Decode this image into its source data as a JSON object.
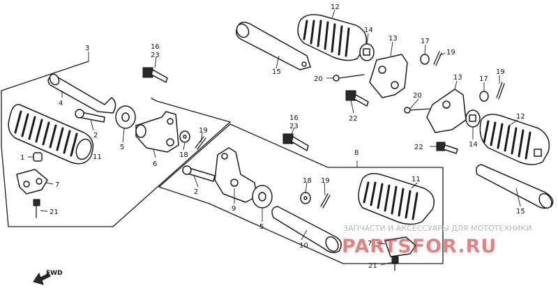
{
  "callouts": {
    "c1": "1",
    "c2a": "2",
    "c2b": "2",
    "c3": "3",
    "c4": "4",
    "c5a": "5",
    "c5b": "5",
    "c6": "6",
    "c7a": "7",
    "c7b": "7",
    "c8": "8",
    "c9": "9",
    "c10": "10",
    "c11a": "11",
    "c11b": "11",
    "c12a": "12",
    "c12b": "12",
    "c13a": "13",
    "c13b": "13",
    "c14a": "14",
    "c14b": "14",
    "c15a": "15",
    "c15b": "15",
    "c16a": "16",
    "c16b": "16",
    "c17a": "17",
    "c17b": "17",
    "c18a": "18",
    "c18b": "18",
    "c19a": "19",
    "c19b": "19",
    "c19c": "19",
    "c20a": "20",
    "c20b": "20",
    "c21a": "21",
    "c21b": "21",
    "c22a": "22",
    "c22b": "22",
    "c23a": "23",
    "c23b": "23"
  },
  "direction_label": "FWD",
  "watermark": {
    "tagline": "ЗАПЧАСТИ И АКСЕССУАРЫ ДЛЯ МОТОТЕХНИКИ",
    "logo": "PARTSFOR.RU"
  },
  "colors": {
    "ink": "#1a1a1a",
    "watermark_red": "#d21a1a",
    "watermark_gray": "#b9b9b9"
  }
}
